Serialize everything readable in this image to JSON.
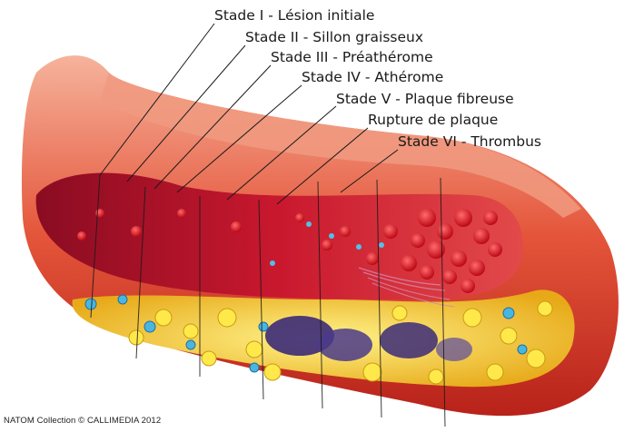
{
  "labels": [
    "Stade I - Lésion initiale",
    "Stade II - Sillon graisseux",
    "Stade III - Préathérome",
    "Stade IV - Athérome",
    "Stade V - Plaque fibreuse",
    "Rupture de plaque",
    "Stade VI - Thrombus"
  ],
  "credit": "NATOM Collection © CALLIMEDIA 2012",
  "colors": {
    "wall": "#c8281f",
    "wall_outer": "#f0a38a",
    "lumen": "#b8142c",
    "plaque_fat": "#f4d21a",
    "necrotic": "#3b2a78",
    "foam_cell": "#49b6e0",
    "red_cell": "#e01020"
  }
}
